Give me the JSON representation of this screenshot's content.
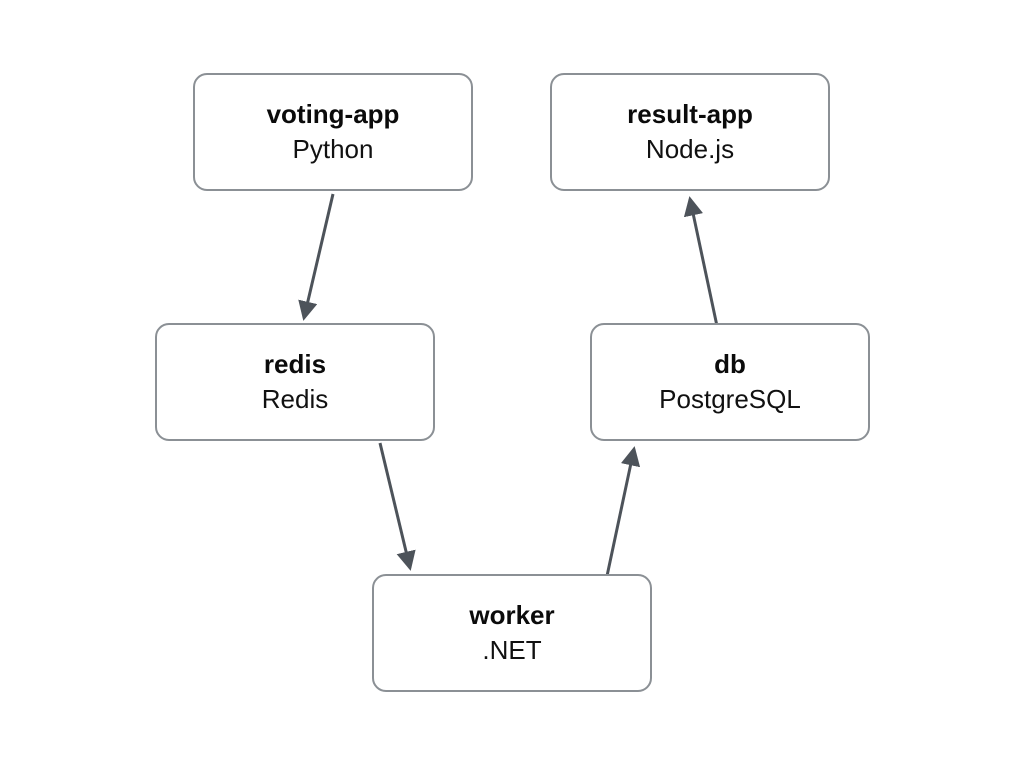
{
  "diagram": {
    "nodes": [
      {
        "id": "voting-app",
        "title": "voting-app",
        "subtitle": "Python"
      },
      {
        "id": "result-app",
        "title": "result-app",
        "subtitle": "Node.js"
      },
      {
        "id": "redis",
        "title": "redis",
        "subtitle": "Redis"
      },
      {
        "id": "db",
        "title": "db",
        "subtitle": "PostgreSQL"
      },
      {
        "id": "worker",
        "title": "worker",
        "subtitle": ".NET"
      }
    ],
    "edges": [
      {
        "from": "voting-app",
        "to": "redis"
      },
      {
        "from": "redis",
        "to": "worker"
      },
      {
        "from": "worker",
        "to": "db"
      },
      {
        "from": "db",
        "to": "result-app"
      }
    ],
    "colors": {
      "background": "#ffffff",
      "node_border": "#8b9095",
      "node_fill": "#ffffff",
      "node_text": "#0b0b0b",
      "arrow": "#4d535a"
    }
  }
}
